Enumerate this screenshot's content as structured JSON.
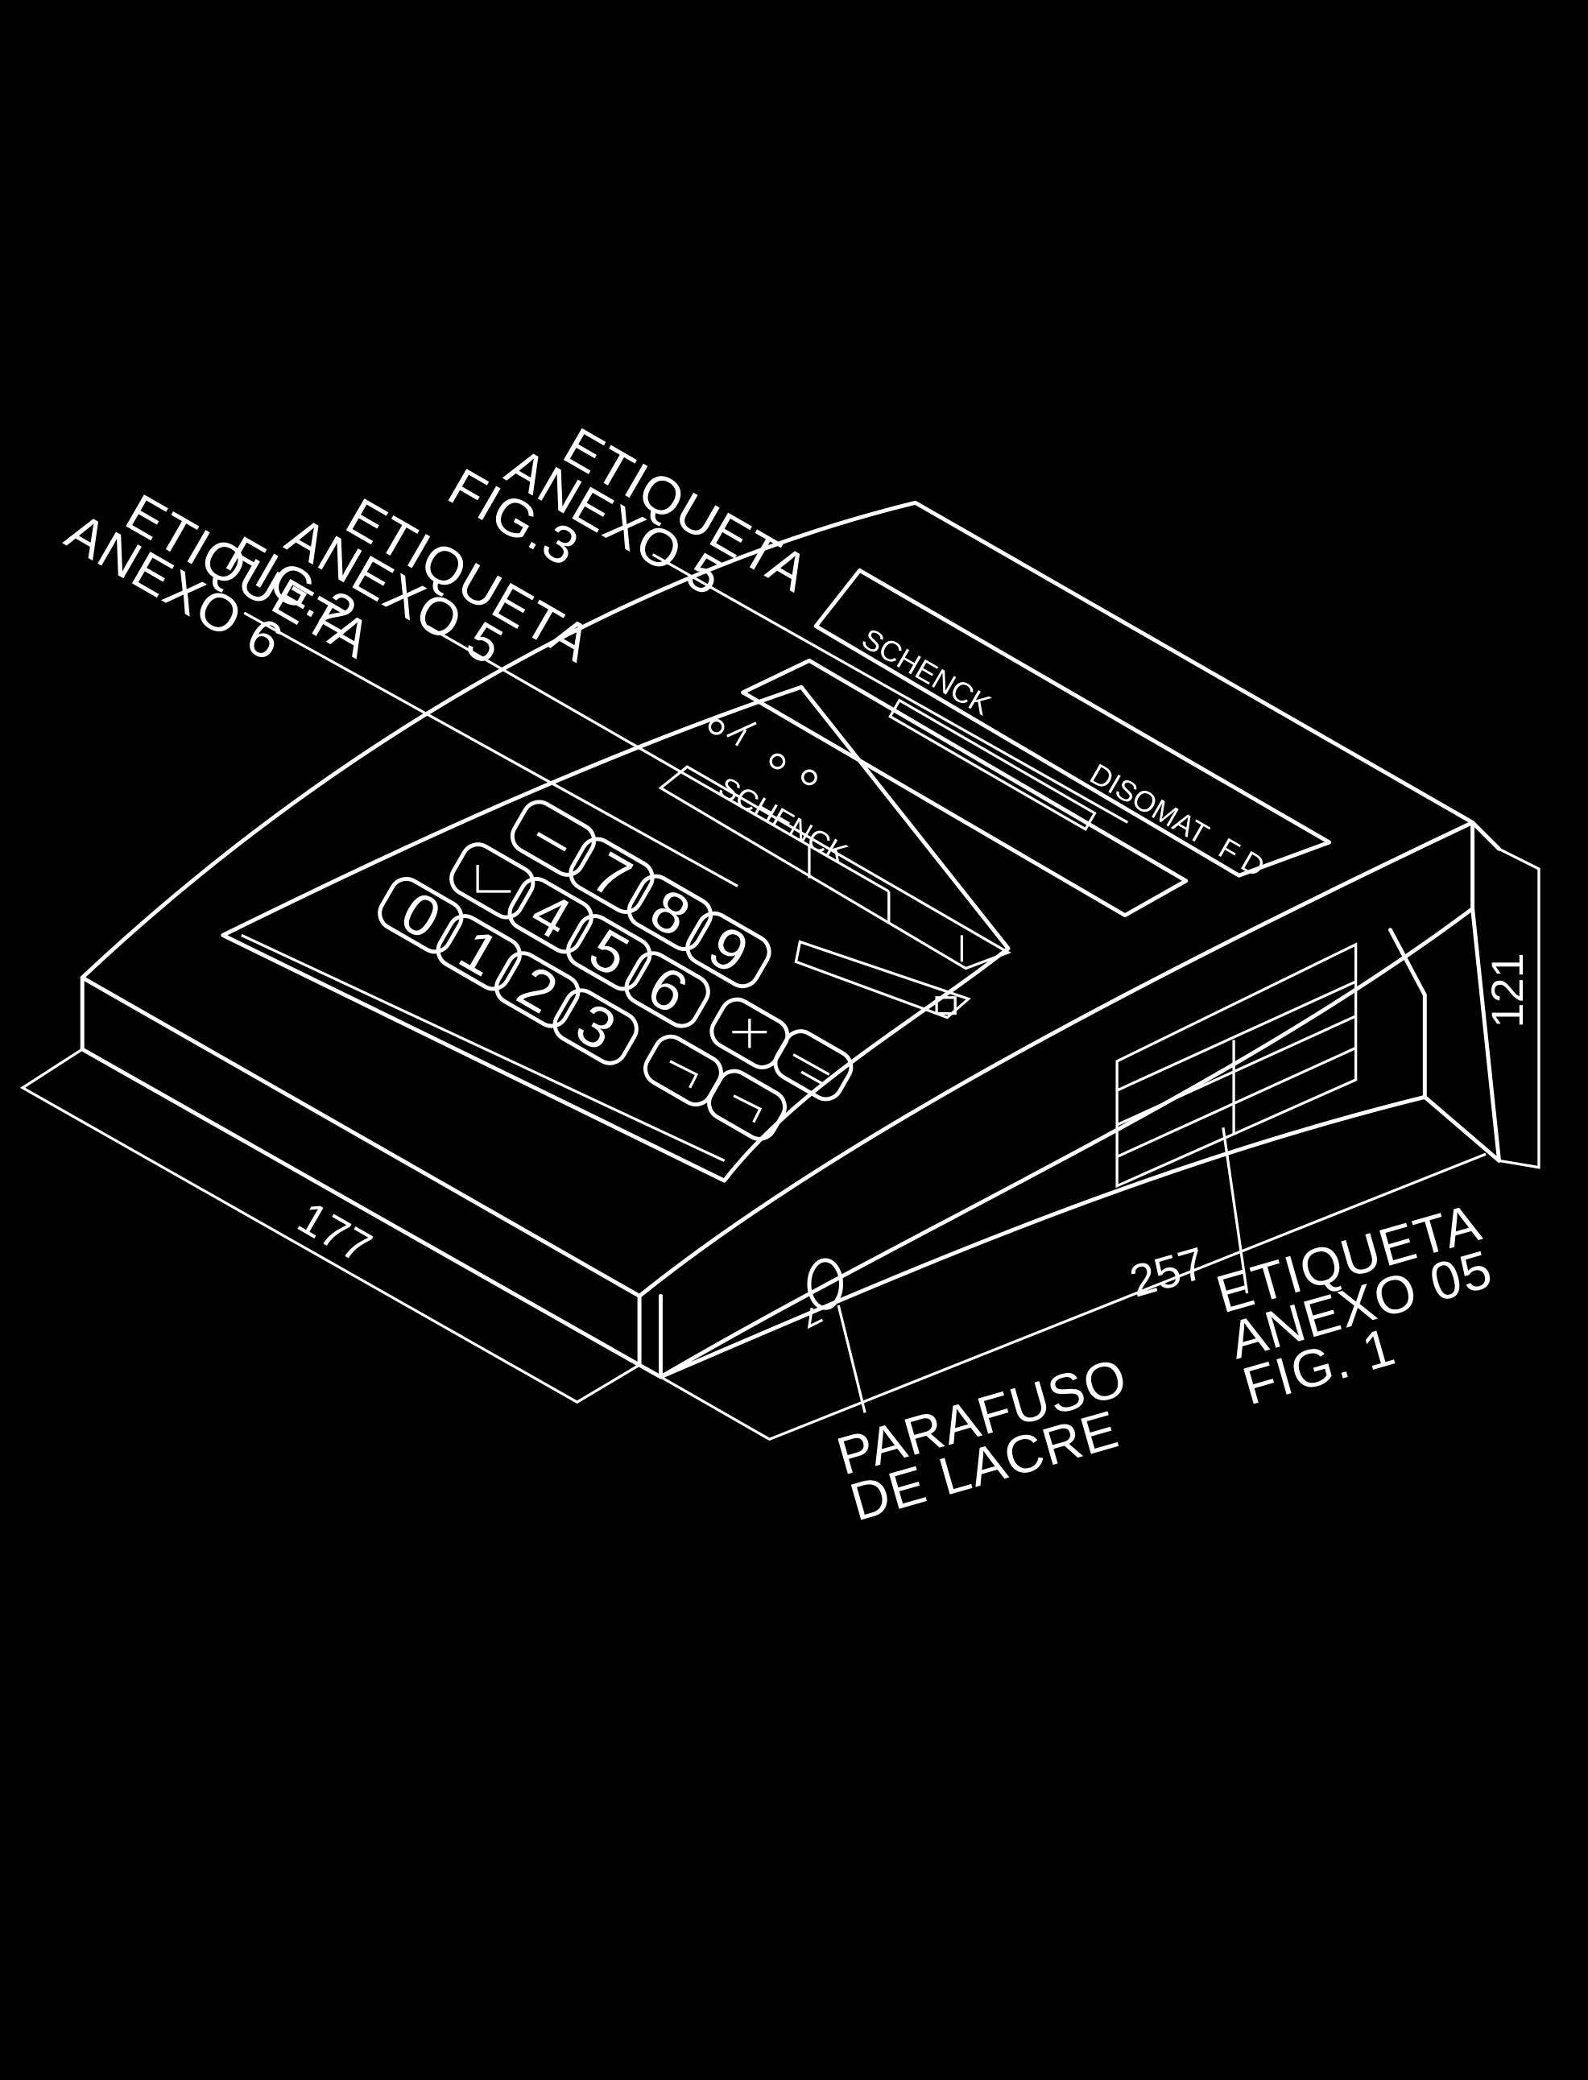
{
  "labels": {
    "anexo6": [
      "ETIQUETA",
      "ANEXO 6"
    ],
    "anexo5_fig2": [
      "ETIQUETA",
      "ANEXO 5",
      "FIG.2"
    ],
    "anexo5_fig3": [
      "ETIQUETA",
      "ANEXO 5",
      "FIG.3"
    ],
    "anexo05_fig1": [
      "ETIQUETA",
      "ANEXO 05",
      "FIG. 1"
    ],
    "parafuso": [
      "PARAFUSO",
      "DE LACRE"
    ]
  },
  "dimensions": {
    "depth": "177",
    "width": "257",
    "height": "121"
  },
  "device": {
    "brand": "SCHENCK",
    "model": "DISOMAT",
    "model_suffix": "F D",
    "keypad_digits": [
      "7",
      "8",
      "9",
      "4",
      "5",
      "6",
      "1",
      "2",
      "3",
      "0"
    ],
    "minus_key": "–"
  },
  "colors": {
    "background": "#000000",
    "lines": "#ffffff"
  }
}
